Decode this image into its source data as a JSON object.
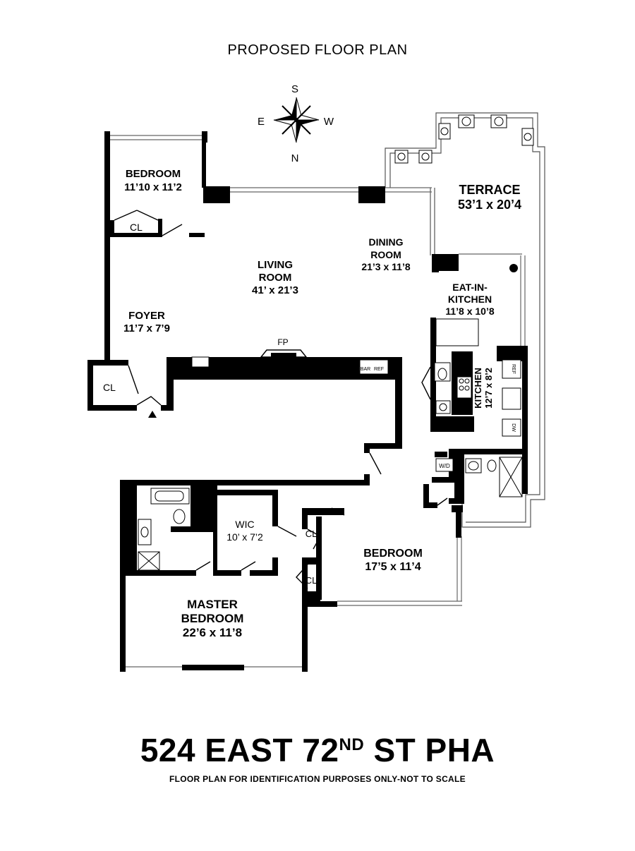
{
  "header": {
    "title": "PROPOSED FLOOR PLAN"
  },
  "compass": {
    "n": "N",
    "s": "S",
    "e": "E",
    "w": "W"
  },
  "rooms": {
    "bedroom1": {
      "name": "BEDROOM",
      "dims": "11’10 x 11’2"
    },
    "closet1": {
      "name": "CL"
    },
    "living": {
      "name1": "LIVING",
      "name2": "ROOM",
      "dims": "41’ x 21’3"
    },
    "dining": {
      "name1": "DINING",
      "name2": "ROOM",
      "dims": "21’3 x 11’8"
    },
    "terrace": {
      "name": "TERRACE",
      "dims": "53’1 x 20’4"
    },
    "eat_in": {
      "name1": "EAT-IN-",
      "name2": "KITCHEN",
      "dims": "11’8 x 10’8"
    },
    "foyer": {
      "name": "FOYER",
      "dims": "11’7 x 7’9"
    },
    "closet_foyer": {
      "name": "CL"
    },
    "fireplace": {
      "name": "FP"
    },
    "bar": {
      "name": "BAR"
    },
    "ref_bar": {
      "name": "REF"
    },
    "kitchen": {
      "name": "KITCHEN",
      "dims": "12’7 x 8’2"
    },
    "ref_kitchen": {
      "name": "REF"
    },
    "dw": {
      "name": "DW"
    },
    "wd": {
      "name": "W/D"
    },
    "wic": {
      "name": "WIC",
      "dims": "10’ x 7’2"
    },
    "closet2": {
      "name": "CL"
    },
    "closet3": {
      "name": "CL"
    },
    "bedroom2": {
      "name": "BEDROOM",
      "dims": "17’5 x 11’4"
    },
    "master": {
      "name1": "MASTER",
      "name2": "BEDROOM",
      "dims": "22’6 x 11’8"
    }
  },
  "footer": {
    "address_main": "524 EAST 72",
    "address_sup": "ND",
    "address_tail": " ST PHA",
    "disclaimer": "FLOOR PLAN FOR IDENTIFICATION PURPOSES ONLY-NOT TO SCALE"
  }
}
